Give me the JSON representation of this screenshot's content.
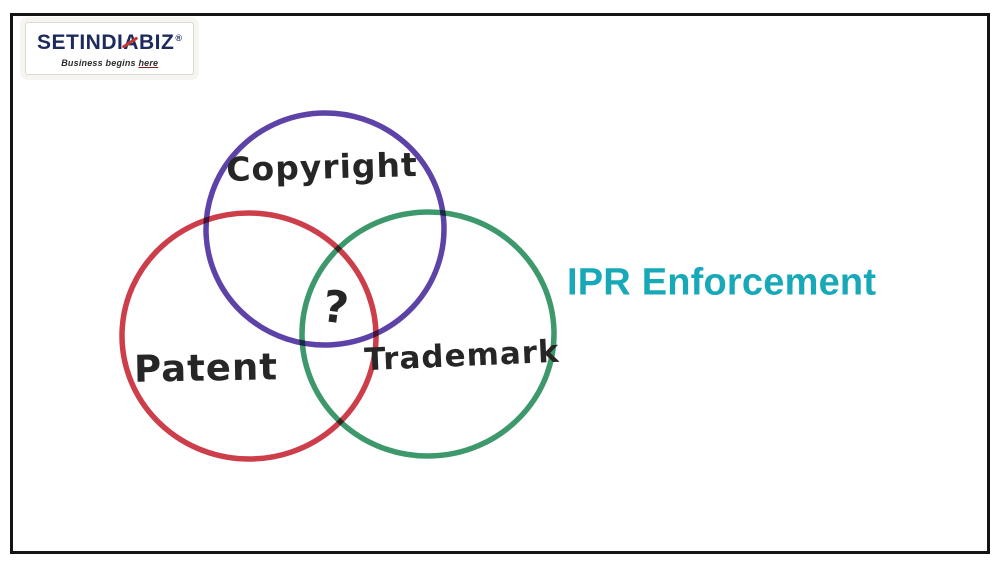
{
  "colors": {
    "brand_navy": "#1c2a5e",
    "brand_red": "#c23b32",
    "teal": "#18a9b9",
    "circle_purple": "#5133a1",
    "circle_red": "#c8303c",
    "circle_green": "#2e9160",
    "ink": "#262626",
    "frame_ink": "#141414"
  },
  "logo": {
    "brand_part1": "SETINDI",
    "brand_part2": "A",
    "brand_part3": "BIZ",
    "registered_mark": "®",
    "tagline_prefix": "Business begins ",
    "tagline_emphasis": "here"
  },
  "heading": {
    "text": "IPR Enforcement"
  },
  "venn": {
    "center_symbol": "?",
    "circles": [
      {
        "id": "copyright",
        "label": "Copyright",
        "color": "#5133a1"
      },
      {
        "id": "patent",
        "label": "Patent",
        "color": "#c8303c"
      },
      {
        "id": "trademark",
        "label": "Trademark",
        "color": "#2e9160"
      }
    ]
  }
}
